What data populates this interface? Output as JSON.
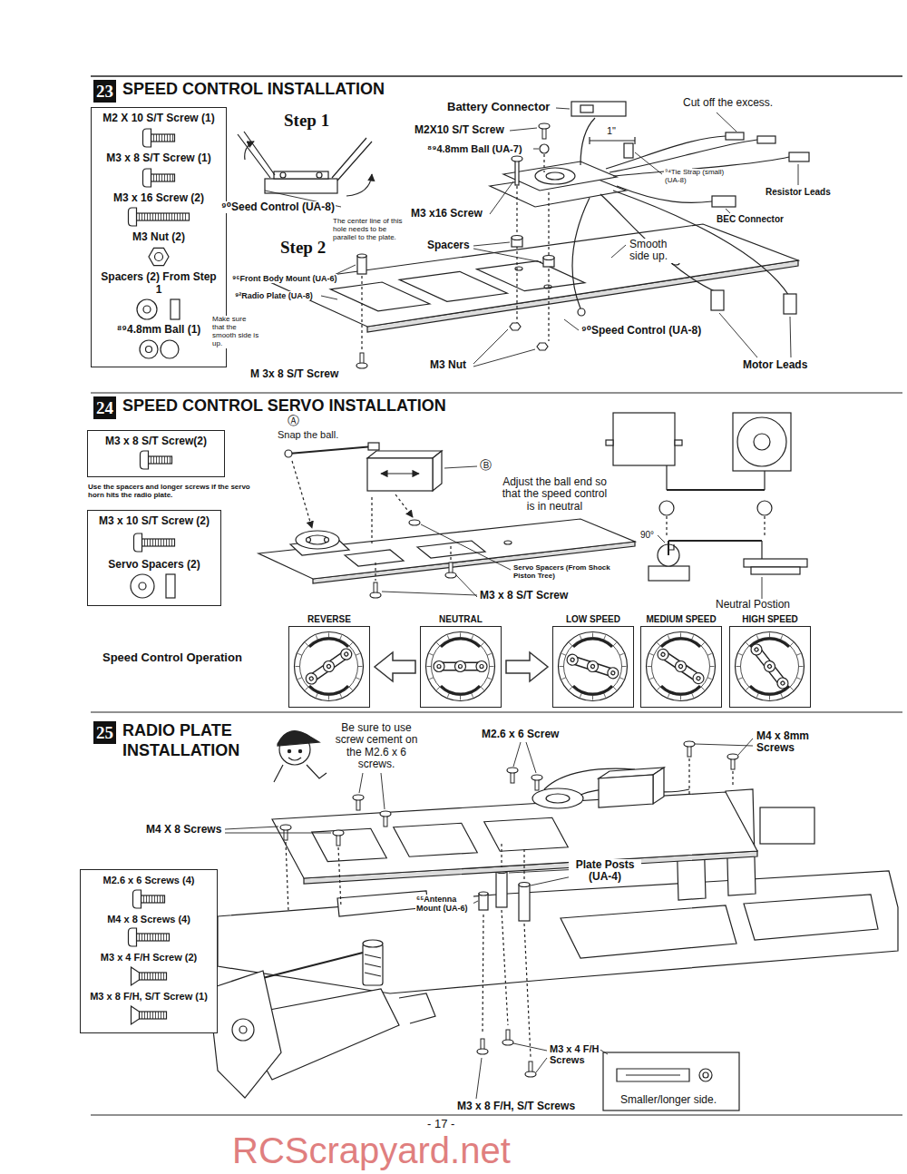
{
  "diagram": {
    "nodes": [
      {
        "text": [
          "23",
          "SPEED CONTROL INSTALLATION"
        ]
      },
      {
        "text": [
          "M2 X 10 S/T Screw (1)",
          "M3 x 8 S/T Screw (1)",
          "M3 x 16 Screw (2)",
          "M3 Nut (2)",
          "Spacers (2) From Step 1",
          "⁸⁹4.8mm Ball (1)"
        ]
      },
      {
        "text": [
          "24",
          "SPEED CONTROL SERVO INSTALLATION"
        ]
      },
      {
        "text": [
          "M3 x 8 S/T Screw(2)"
        ]
      },
      {
        "text": [
          "M3 x 10 S/T Screw (2)",
          "Servo Spacers (2)"
        ]
      },
      {
        "text": [
          "REVERSE"
        ]
      },
      {
        "text": [
          "NEUTRAL"
        ]
      },
      {
        "text": [
          "LOW SPEED"
        ]
      },
      {
        "text": [
          "MEDIUM SPEED"
        ]
      },
      {
        "text": [
          "HIGH SPEED"
        ]
      },
      {
        "text": [
          "25",
          "RADIO PLATE INSTALLATION"
        ]
      },
      {
        "text": [
          "M2.6 x 6 Screws (4)",
          "M4 x 8 Screws (4)",
          "M3 x 4 F/H Screw (2)",
          "M3 x 8 F/H, S/T Screw (1)"
        ]
      }
    ],
    "edges": [
      {
        "from": 6,
        "to": 5,
        "arrow": "to"
      },
      {
        "from": 6,
        "to": 7,
        "arrow": "to"
      }
    ],
    "labels": [
      "Step 1",
      "⁹⁰Seed Control (UA-8)",
      "Step 2",
      "The center line of this hole needs to be parallel to the plate.",
      "⁹⁶Front Body Mount (UA-6)",
      "⁹²Radio Plate (UA-8)",
      "Make sure that the smooth side is up.",
      "M 3x 8 S/T Screw",
      "Battery Connector",
      "M2X10 S/T Screw",
      "⁸⁹4.8mm Ball (UA-7)",
      "M3 x16 Screw",
      "Spacers",
      "Smooth side up.",
      "⁹⁰Speed Control (UA-8)",
      "M3 Nut",
      "Motor Leads",
      "Cut off the excess.",
      "1\"",
      "⁹⁴Tie Strap (small) (UA-8)",
      "Resistor Leads",
      "BEC Connector",
      "Ⓐ",
      "Snap the ball.",
      "Ⓑ",
      "Use the spacers and longer screws if the servo horn hits the radio plate.",
      "Servo Spacers (From Shock Piston Tree)",
      "M3 x 8 S/T Screw",
      "Adjust the ball end so that the speed control is in neutral",
      "90°",
      "Neutral Postion",
      "Speed Control Operation",
      "Be sure to use screw cement on the M2.6 x 6 screws.",
      "M2.6 x 6 Screw",
      "M4 x 8mm Screws",
      "M4 X 8 Screws",
      "Plate Posts (UA-4)",
      "⁶⁵Antenna Mount (UA-6)",
      "M3 x 4 F/H Screws",
      "M3 x 8 F/H, S/T Screws",
      "Smaller/longer side.",
      "- 17 -",
      "RCScrapyard.net"
    ]
  }
}
